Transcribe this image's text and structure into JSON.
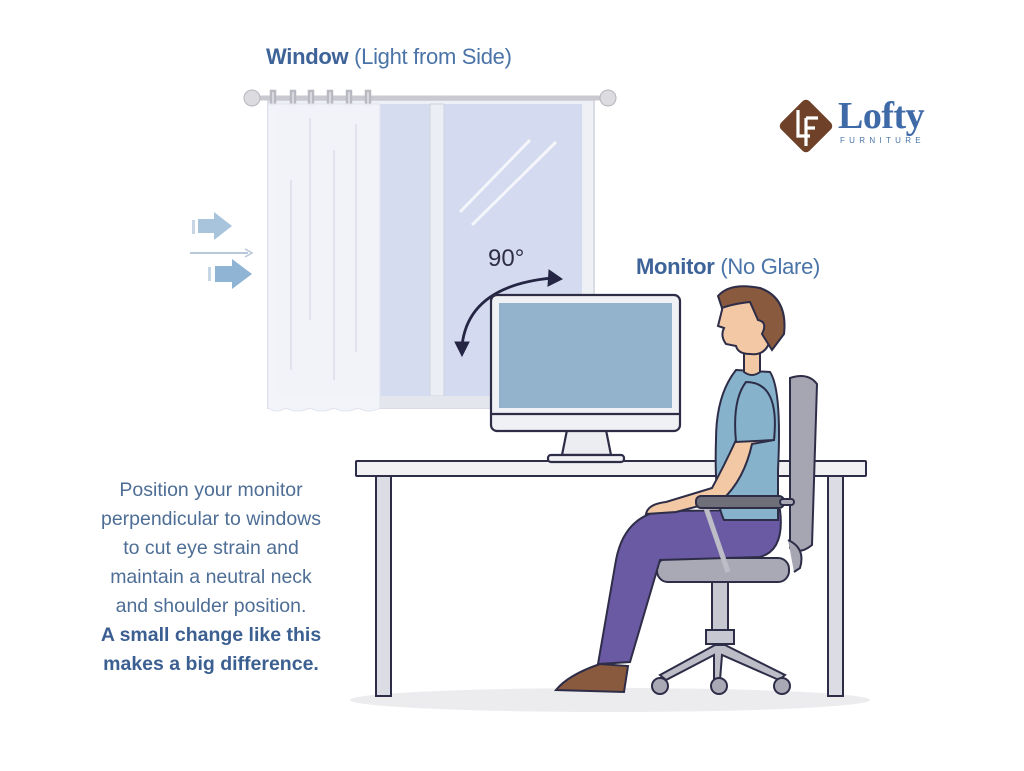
{
  "window_label": {
    "bold": "Window",
    "detail": "(Light from Side)"
  },
  "monitor_label": {
    "bold": "Monitor",
    "detail": "(No Glare)"
  },
  "angle_label": "90°",
  "brand": {
    "name": "Lofty",
    "tagline": "FURNITURE",
    "monogram": "LF"
  },
  "caption": {
    "body": [
      "Position your monitor",
      "perpendicular to windows",
      "to cut eye strain and",
      "maintain a neutral neck",
      "and shoulder position."
    ],
    "emphasis": [
      "A small change like this",
      "makes a big difference."
    ]
  },
  "icons": [
    "light-direction-arrows-icon",
    "rotation-arc-arrow-icon",
    "logo-diamond-icon"
  ],
  "colors": {
    "heading_blue": "#3d6398",
    "body_text": "#4e6e96",
    "screen_blue": "#93b3cc",
    "shirt_blue": "#86b2cc",
    "pants_purple": "#6a5aa4",
    "hair_brown": "#8a5a3e",
    "skin": "#f2c9a4",
    "chair_gray": "#a9a9b6",
    "logo_brown": "#6e4128",
    "glass_blue": "#d4daef",
    "outline": "#2b2a44"
  }
}
